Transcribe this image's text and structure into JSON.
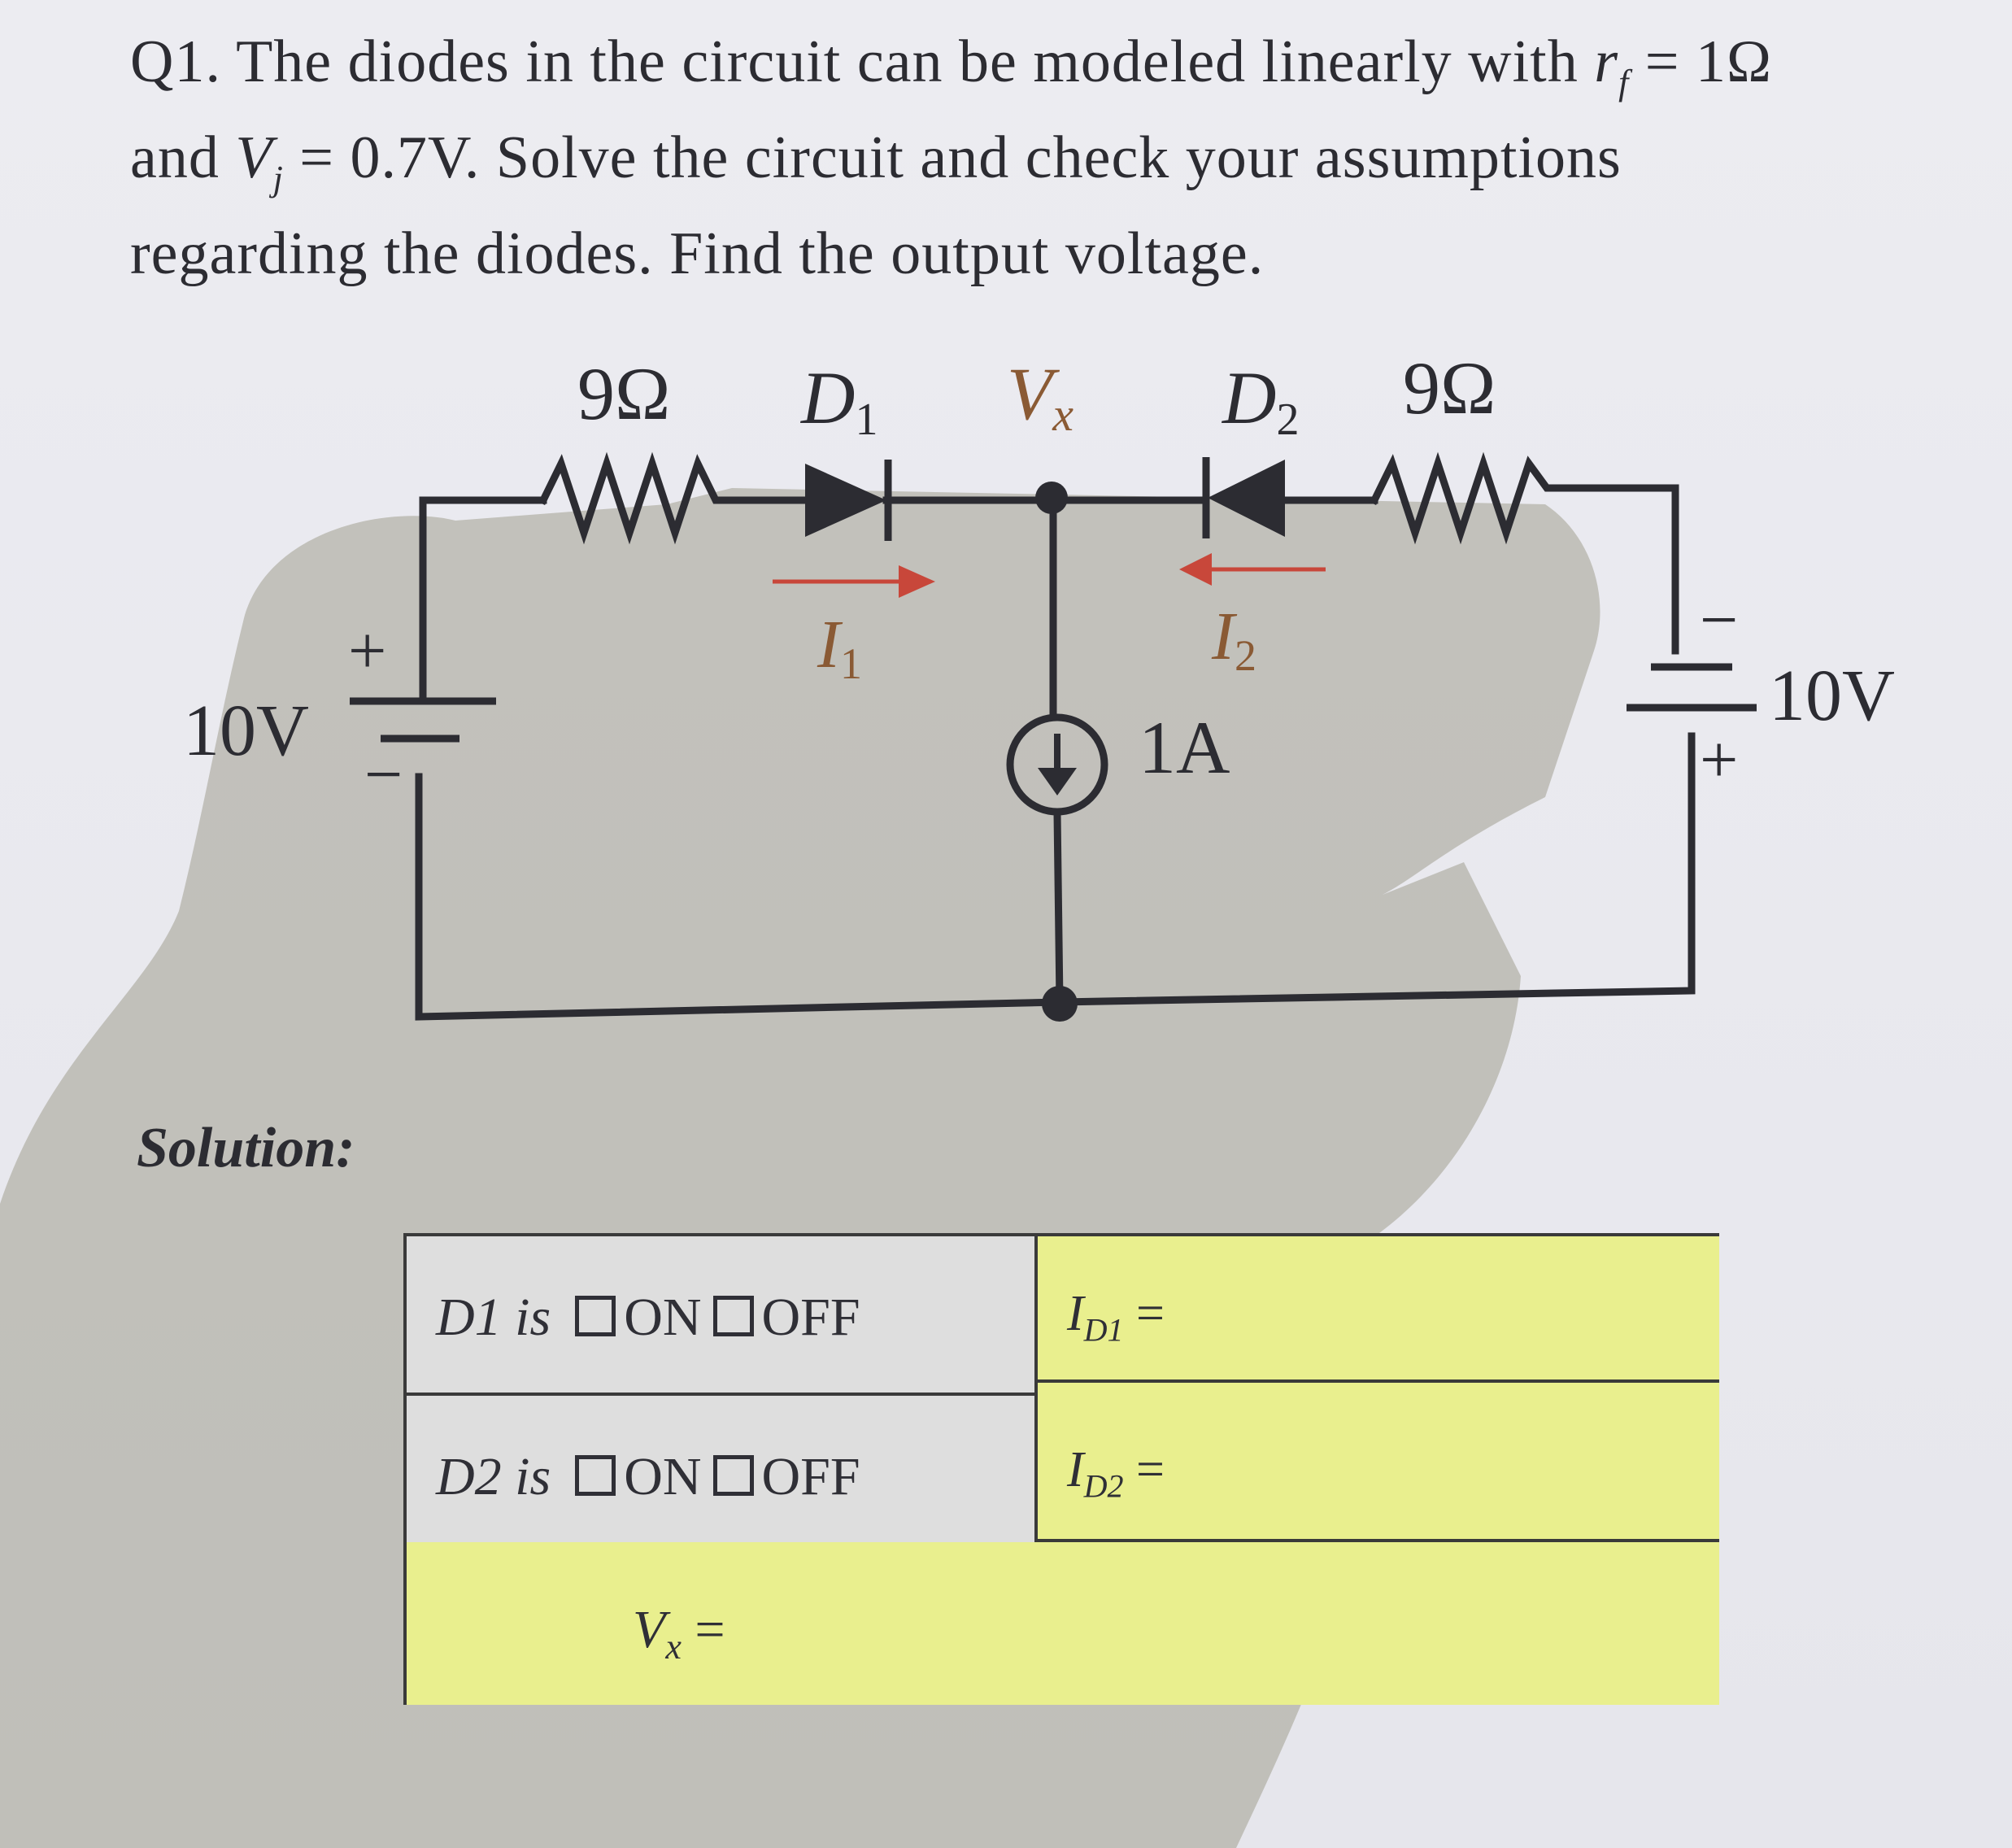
{
  "question": {
    "prefix": "Q1. The diodes in the circuit can be modeled linearly with ",
    "rf_symbol": "r",
    "rf_sub": "f",
    "rf_value": " = 1Ω",
    "line2_a": "and ",
    "vj_symbol": "V",
    "vj_sub": "j",
    "line2_b": " = 0.7V. Solve the circuit and check your assumptions",
    "line3": "regarding the diodes. Find the output voltage."
  },
  "circuit": {
    "r1_label": "9Ω",
    "d1_label": "D",
    "d1_sub": "1",
    "vx_label": "V",
    "vx_sub": "x",
    "d2_label": "D",
    "d2_sub": "2",
    "r2_label": "9Ω",
    "i1_label": "I",
    "i1_sub": "1",
    "i2_label": "I",
    "i2_sub": "2",
    "source_current": "1A",
    "left_source": "10V",
    "right_source": "10V",
    "plus": "+",
    "minus": "−"
  },
  "solution_label": "Solution:",
  "answer_table": {
    "d1_prefix": "D1 is",
    "d2_prefix": "D2 is",
    "on": "ON",
    "off": "OFF",
    "id1_label": "I",
    "id1_sub": "D1",
    "id2_label": "I",
    "id2_sub": "D2",
    "equals": " =",
    "vx_label": "V",
    "vx_sub": "x",
    "vx_equals": " ="
  },
  "colors": {
    "ink": "#2c2c32",
    "arrow_red": "#c8473a",
    "label_brown": "#8a5a34",
    "cell_gray": "#dedede",
    "cell_yellow": "#e9ef8e"
  }
}
